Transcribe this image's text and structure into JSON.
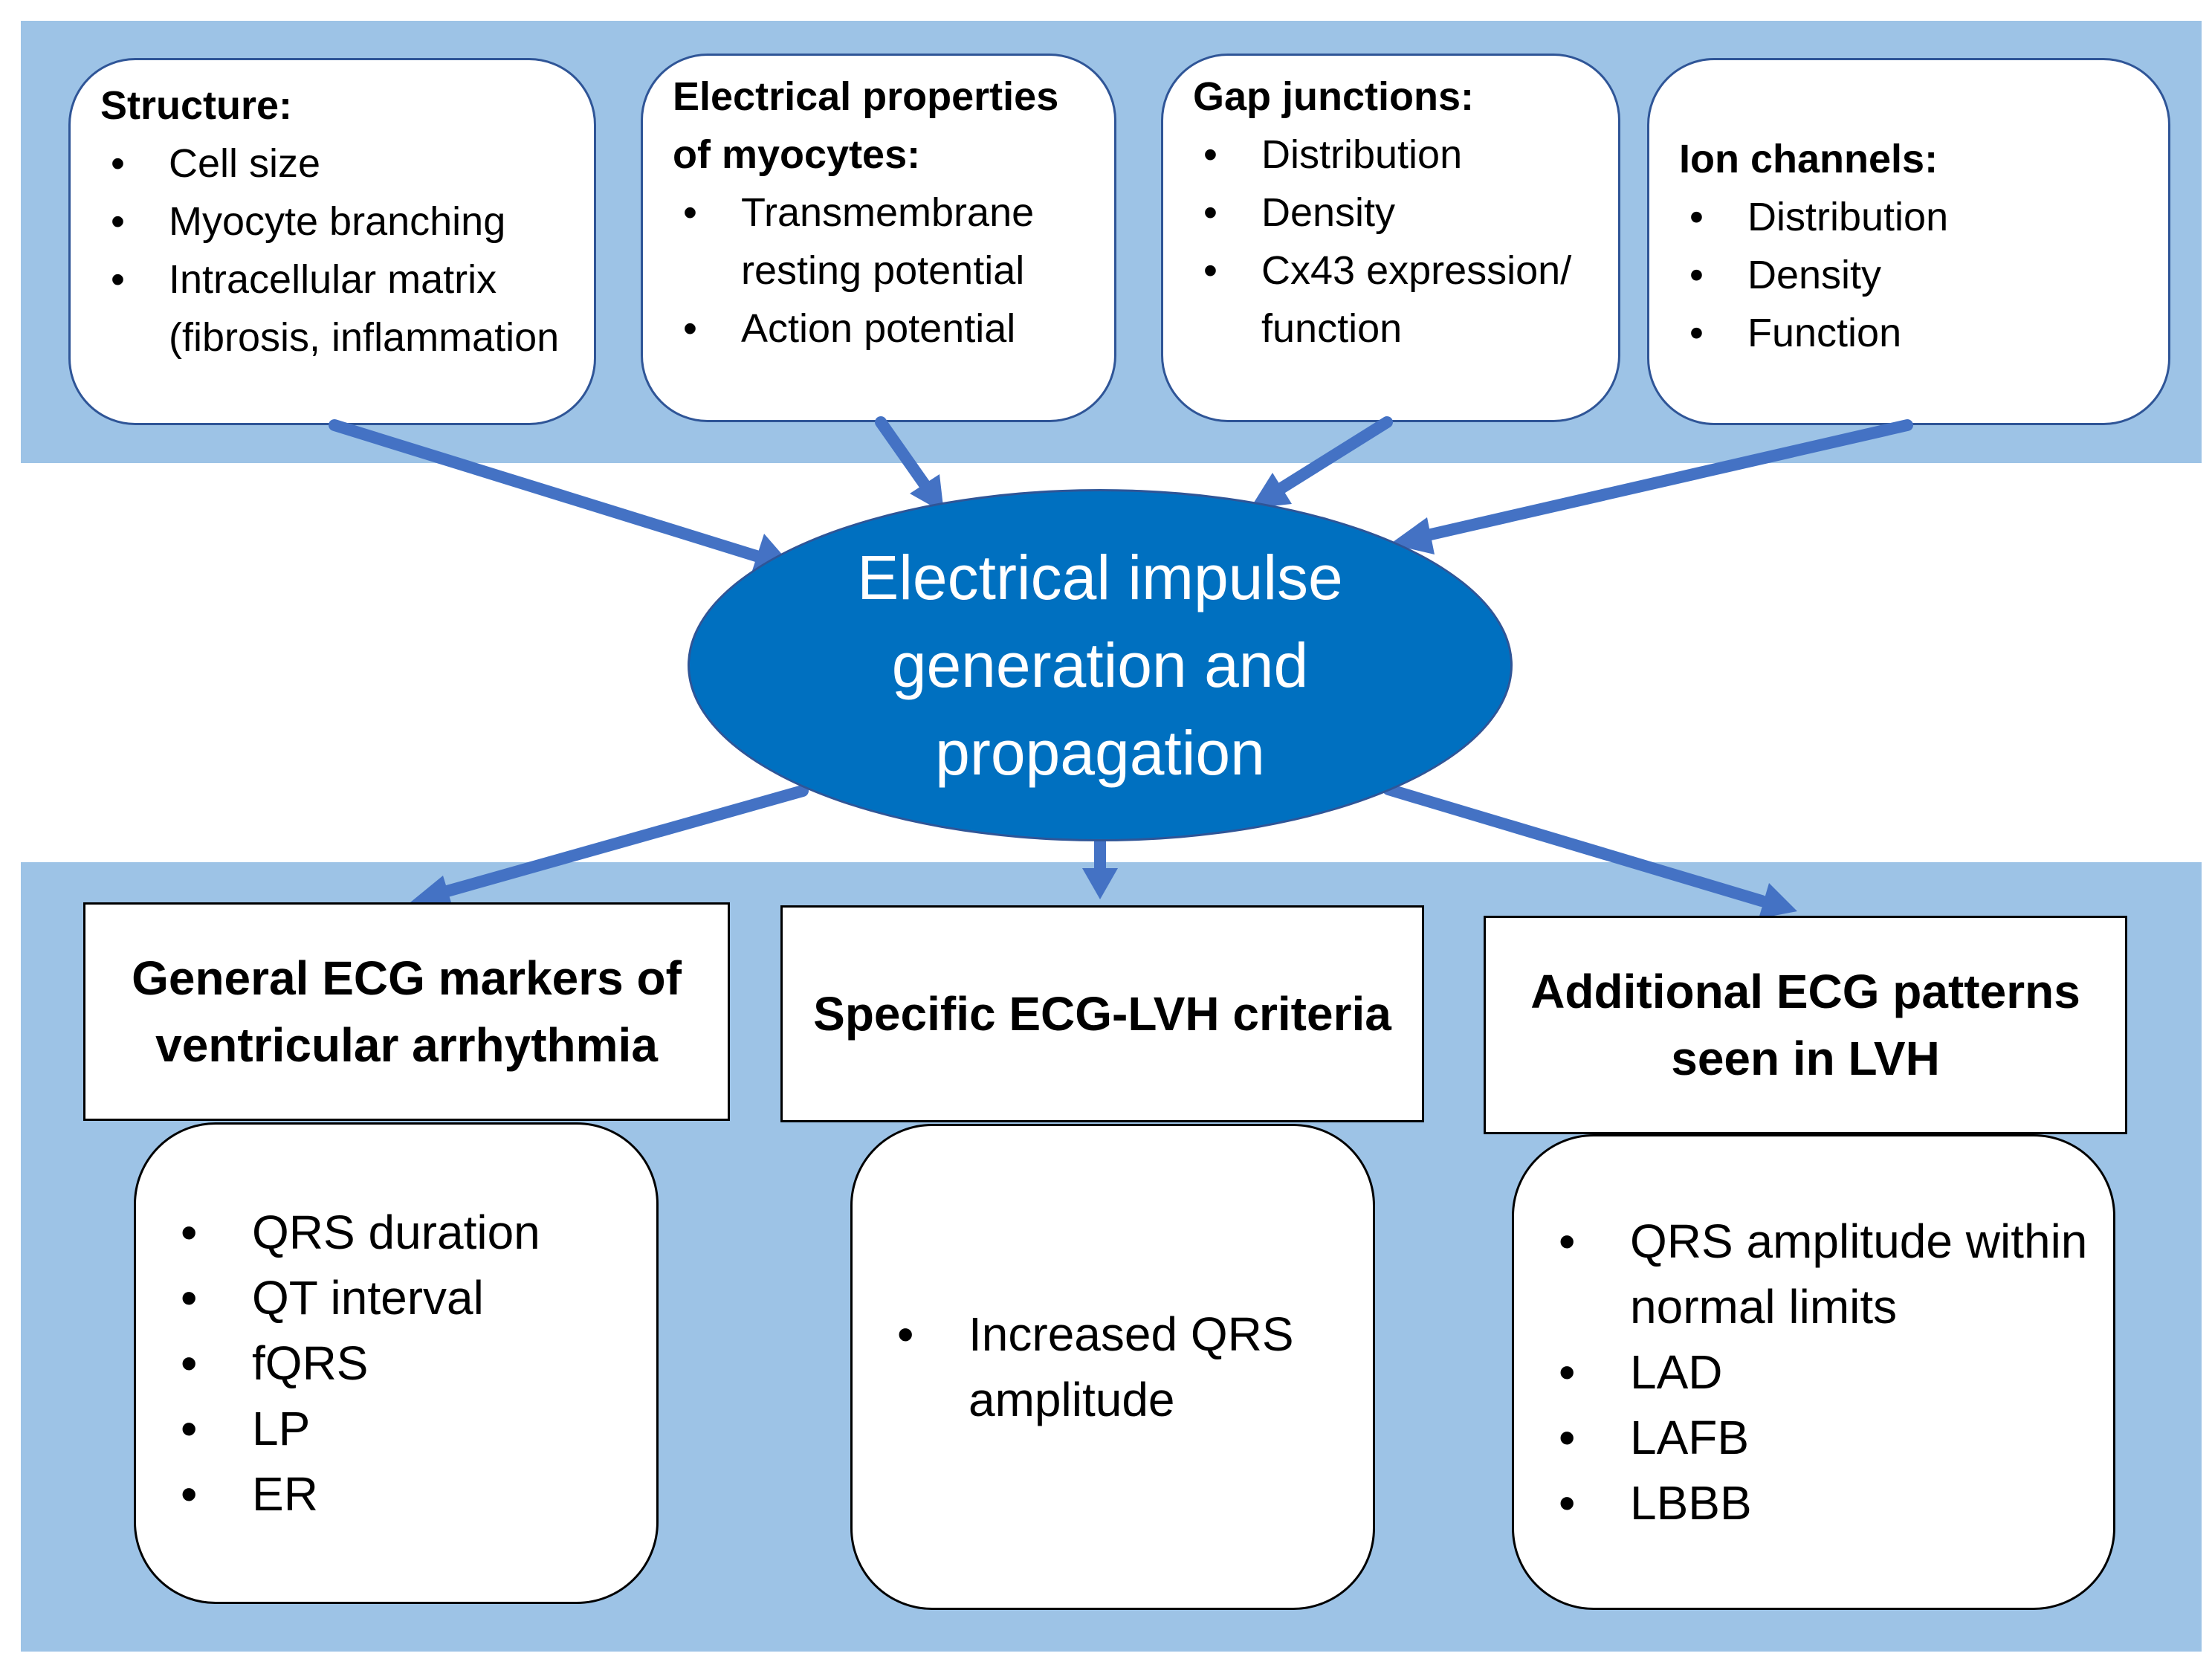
{
  "inputs": [
    {
      "title": "Structure:",
      "items": [
        "Cell size",
        "Myocyte branching",
        "Intracellular matrix (fibrosis, inflammation"
      ]
    },
    {
      "title": "Electrical properties of myocytes:",
      "items": [
        "Transmembrane resting potential",
        "Action potential"
      ]
    },
    {
      "title": "Gap junctions:",
      "items": [
        "Distribution",
        "Density",
        "Cx43 expression/ function"
      ]
    },
    {
      "title": "Ion channels:",
      "items": [
        "Distribution",
        "Density",
        "Function"
      ]
    }
  ],
  "center": {
    "label": "Electrical impulse generation and propagation"
  },
  "outputs": [
    {
      "title": "General ECG markers of ventricular arrhythmia",
      "items": [
        "QRS duration",
        "QT interval",
        "fQRS",
        "LP",
        "ER"
      ]
    },
    {
      "title": "Specific ECG-LVH criteria",
      "items": [
        "Increased QRS amplitude"
      ]
    },
    {
      "title": "Additional ECG patterns seen in LVH",
      "items": [
        "QRS amplitude within normal limits",
        "LAD",
        "LAFB",
        "LBBB"
      ]
    }
  ],
  "colors": {
    "band": "#9dc3e6",
    "ellipse_fill": "#0070c0",
    "arrow": "#4472c4",
    "box_border_top": "#2f5597"
  }
}
